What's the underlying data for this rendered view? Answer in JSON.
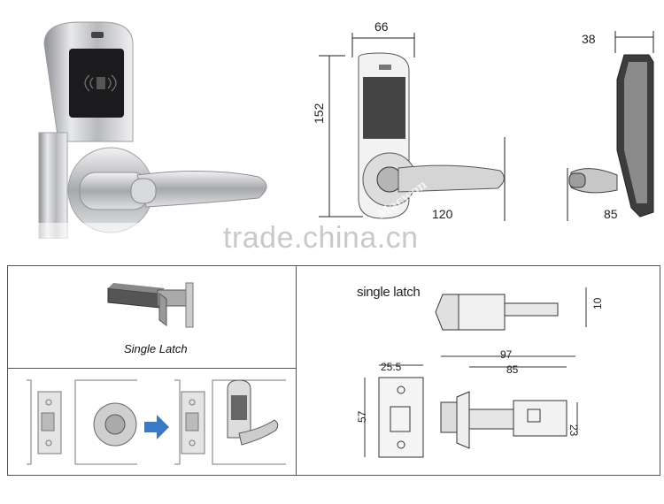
{
  "watermark": "trade.china.cn",
  "drawing_top": {
    "width_label": "66",
    "height_label": "152",
    "handle_label": "120",
    "depth_label": "38",
    "side_label": "85"
  },
  "latch_panel": {
    "caption": "Single Latch",
    "drawing_title": "single latch",
    "dim_10": "10",
    "dim_97": "97",
    "dim_85": "85",
    "dim_25_5": "25.5",
    "dim_57": "57",
    "dim_23": "23"
  },
  "brand_mark": "Macwon"
}
